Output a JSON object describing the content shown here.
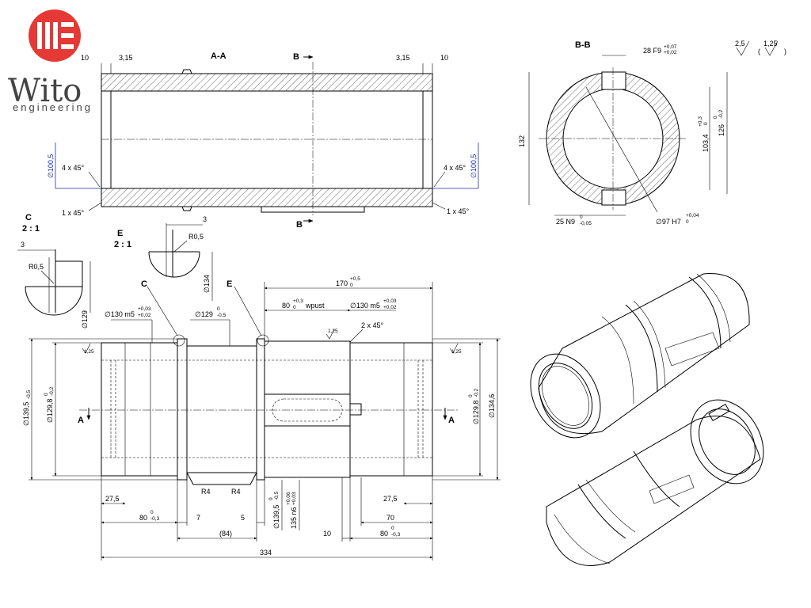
{
  "logo": {
    "brand": "Wito",
    "tagline": "engineering",
    "mark_color": "#e53935"
  },
  "section_aa": {
    "title": "A-A",
    "dims": {
      "left_10": "10",
      "left_315": "3,15",
      "right_315": "3,15",
      "right_10": "10",
      "left_bore": "∅100,5",
      "right_bore": "∅100,5",
      "left_chamfer_in": "4 x 45°",
      "right_chamfer_in": "4 x 45°",
      "left_chamfer_out": "1 x 45°",
      "right_chamfer_out": "1 x 45°",
      "cut_top": "B",
      "cut_bottom": "B"
    }
  },
  "section_bb": {
    "title": "B-B",
    "dims": {
      "keyway_top": "28 F9",
      "keyway_top_upper": "+0,07",
      "keyway_top_lower": "+0,02",
      "height": "132",
      "inner": "103,4",
      "inner_upper": "+0,3",
      "inner_lower": "0",
      "outer": "126",
      "outer_upper": "0",
      "outer_lower": "-0,2",
      "keyway_bottom": "25 N9",
      "keyway_bottom_upper": "0",
      "keyway_bottom_lower": "-0,05",
      "bore": "∅97 H7",
      "bore_upper": "+0,04",
      "bore_lower": "0"
    }
  },
  "roughness": {
    "general": "2,5",
    "other": "1,25"
  },
  "detail_c": {
    "title": "C",
    "scale": "2 : 1",
    "d3": "3",
    "r": "R0,5",
    "dia": "∅129"
  },
  "detail_e": {
    "title": "E",
    "scale": "2 : 1",
    "d3": "3",
    "r": "R0,5",
    "dia": "∅134"
  },
  "main_view": {
    "labels": {
      "c": "C",
      "e": "E",
      "a_left": "A",
      "a_right": "A",
      "r4_left": "R4",
      "r4_right": "R4",
      "rough_left": "1,25",
      "rough_right": "1,25",
      "rough_top": "1,25",
      "chamfer": "2 x 45°"
    },
    "dims": {
      "d170": "170",
      "d170_upper": "+0,5",
      "d170_lower": "0",
      "d80w": "80",
      "d80w_upper": "+0,3",
      "d80w_lower": "0",
      "wpust": "wpust",
      "d130_left": "∅130 m5",
      "d130_left_upper": "+0,03",
      "d130_left_lower": "+0,02",
      "d129": "∅129",
      "d129_upper": "0",
      "d129_lower": "-0,5",
      "d130_right": "∅130 m5",
      "d130_right_upper": "+0,03",
      "d130_right_lower": "+0,02",
      "d1395": "∅139,5",
      "d1395_lower": "-0,5",
      "d1298_left": "∅129,8",
      "d1298_left_upper": "0",
      "d1298_left_lower": "-0,2",
      "d1298_right": "∅129,8",
      "d1298_right_upper": "0",
      "d1298_right_lower": "-0,2",
      "d1346": "∅134,6",
      "b275_left": "27,5",
      "b275_right": "27,5",
      "b80_left": "80",
      "b80_left_upper": "0",
      "b80_left_lower": "-0,3",
      "b7": "7",
      "b84": "(84)",
      "b5": "5",
      "b1395": "∅139,5",
      "b1395_upper": "0",
      "b1395_lower": "-0,5",
      "b135": "135 n6",
      "b135_upper": "+0,06",
      "b135_lower": "+0,03",
      "b10": "10",
      "b70": "70",
      "b80_right": "80",
      "b80_right_upper": "0",
      "b80_right_lower": "-0,3",
      "b334": "334"
    }
  }
}
